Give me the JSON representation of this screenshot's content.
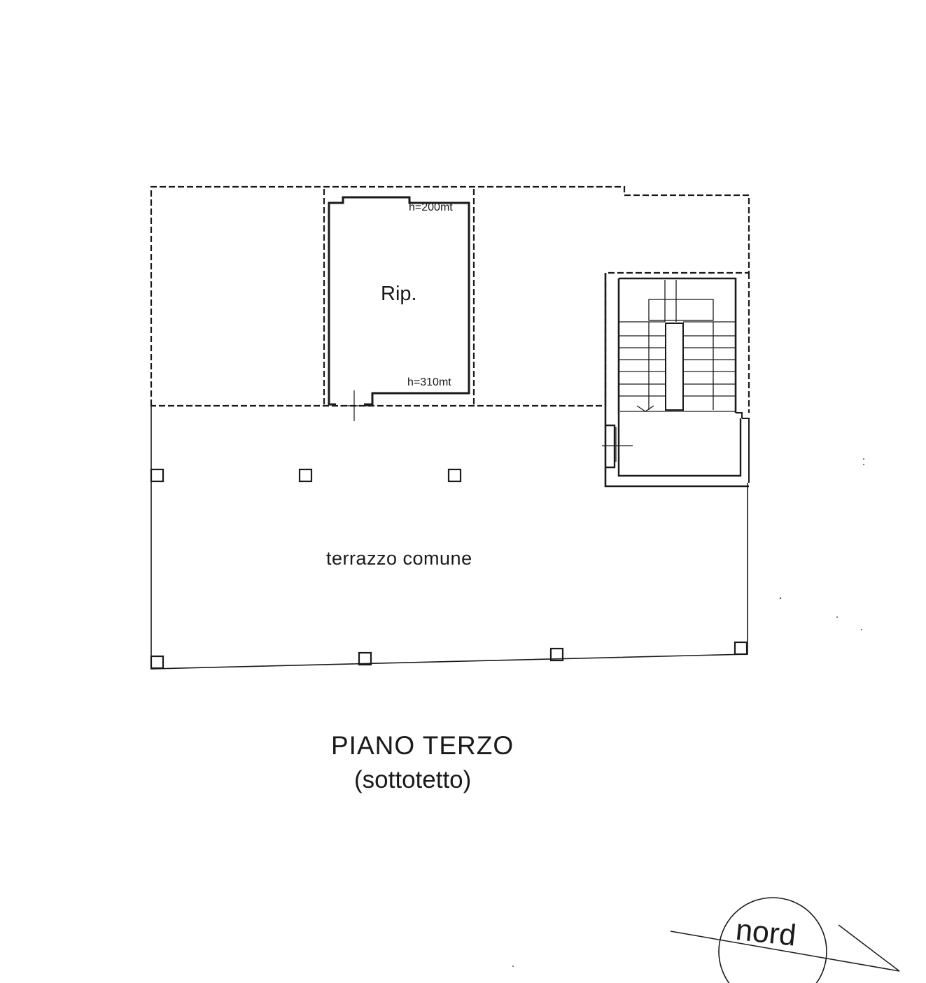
{
  "plan": {
    "room_label": "Rip.",
    "height_top": "h=200mt",
    "height_bottom": "h=310mt",
    "terrace_label": "terrazzo comune",
    "floor_title": "PIANO TERZO",
    "floor_subtitle": "(sottotetto)",
    "north_label": "nord"
  },
  "colors": {
    "line": "#1a1a1a",
    "background": "#ffffff"
  }
}
